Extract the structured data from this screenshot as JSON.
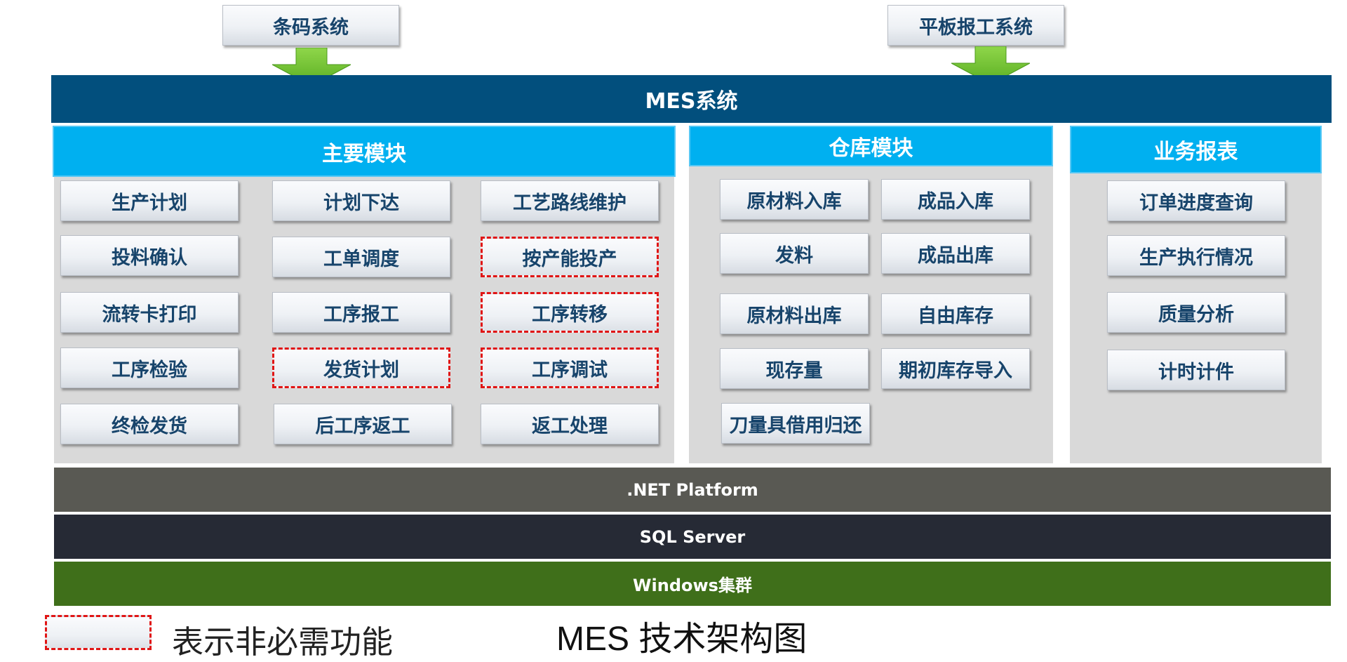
{
  "top_systems": {
    "barcode": "条码系统",
    "tablet": "平板报工系统"
  },
  "mes_bar": "MES系统",
  "main_modules": {
    "title": "主要模块",
    "items": [
      {
        "label": "生产计划",
        "optional": false
      },
      {
        "label": "计划下达",
        "optional": false
      },
      {
        "label": "工艺路线维护",
        "optional": false
      },
      {
        "label": "投料确认",
        "optional": false
      },
      {
        "label": "工单调度",
        "optional": false
      },
      {
        "label": "按产能投产",
        "optional": true
      },
      {
        "label": "流转卡打印",
        "optional": false
      },
      {
        "label": "工序报工",
        "optional": false
      },
      {
        "label": "工序转移",
        "optional": true
      },
      {
        "label": "工序检验",
        "optional": false
      },
      {
        "label": "发货计划",
        "optional": true
      },
      {
        "label": "工序调试",
        "optional": true
      },
      {
        "label": "终检发货",
        "optional": false
      },
      {
        "label": "后工序返工",
        "optional": false
      },
      {
        "label": "返工处理",
        "optional": false
      }
    ]
  },
  "warehouse_modules": {
    "title": "仓库模块",
    "items": [
      {
        "label": "原材料入库"
      },
      {
        "label": "成品入库"
      },
      {
        "label": "发料"
      },
      {
        "label": "成品出库"
      },
      {
        "label": "原材料出库"
      },
      {
        "label": "自由库存"
      },
      {
        "label": "现存量"
      },
      {
        "label": "期初库存导入"
      },
      {
        "label": "刀量具借用归还"
      }
    ]
  },
  "reports": {
    "title": "业务报表",
    "items": [
      {
        "label": "订单进度查询"
      },
      {
        "label": "生产执行情况"
      },
      {
        "label": "质量分析"
      },
      {
        "label": "计时计件"
      }
    ]
  },
  "platform_layers": {
    "dotnet": ".NET Platform",
    "sql": "SQL Server",
    "windows": "Windows集群"
  },
  "legend": {
    "text": "表示非必需功能"
  },
  "caption": "MES 技术架构图",
  "colors": {
    "mes_bar": "#024f7d",
    "panel_head": "#00b0f0",
    "panel_bg": "#d9d9d9",
    "dotnet_bar": "#595953",
    "sql_bar": "#262a35",
    "windows_bar": "#3f6f1a",
    "button_text": "#17446b",
    "optional_border": "#e01515",
    "arrow": "#6cc12d"
  },
  "icons": {
    "arrow": "down-arrow-icon"
  }
}
